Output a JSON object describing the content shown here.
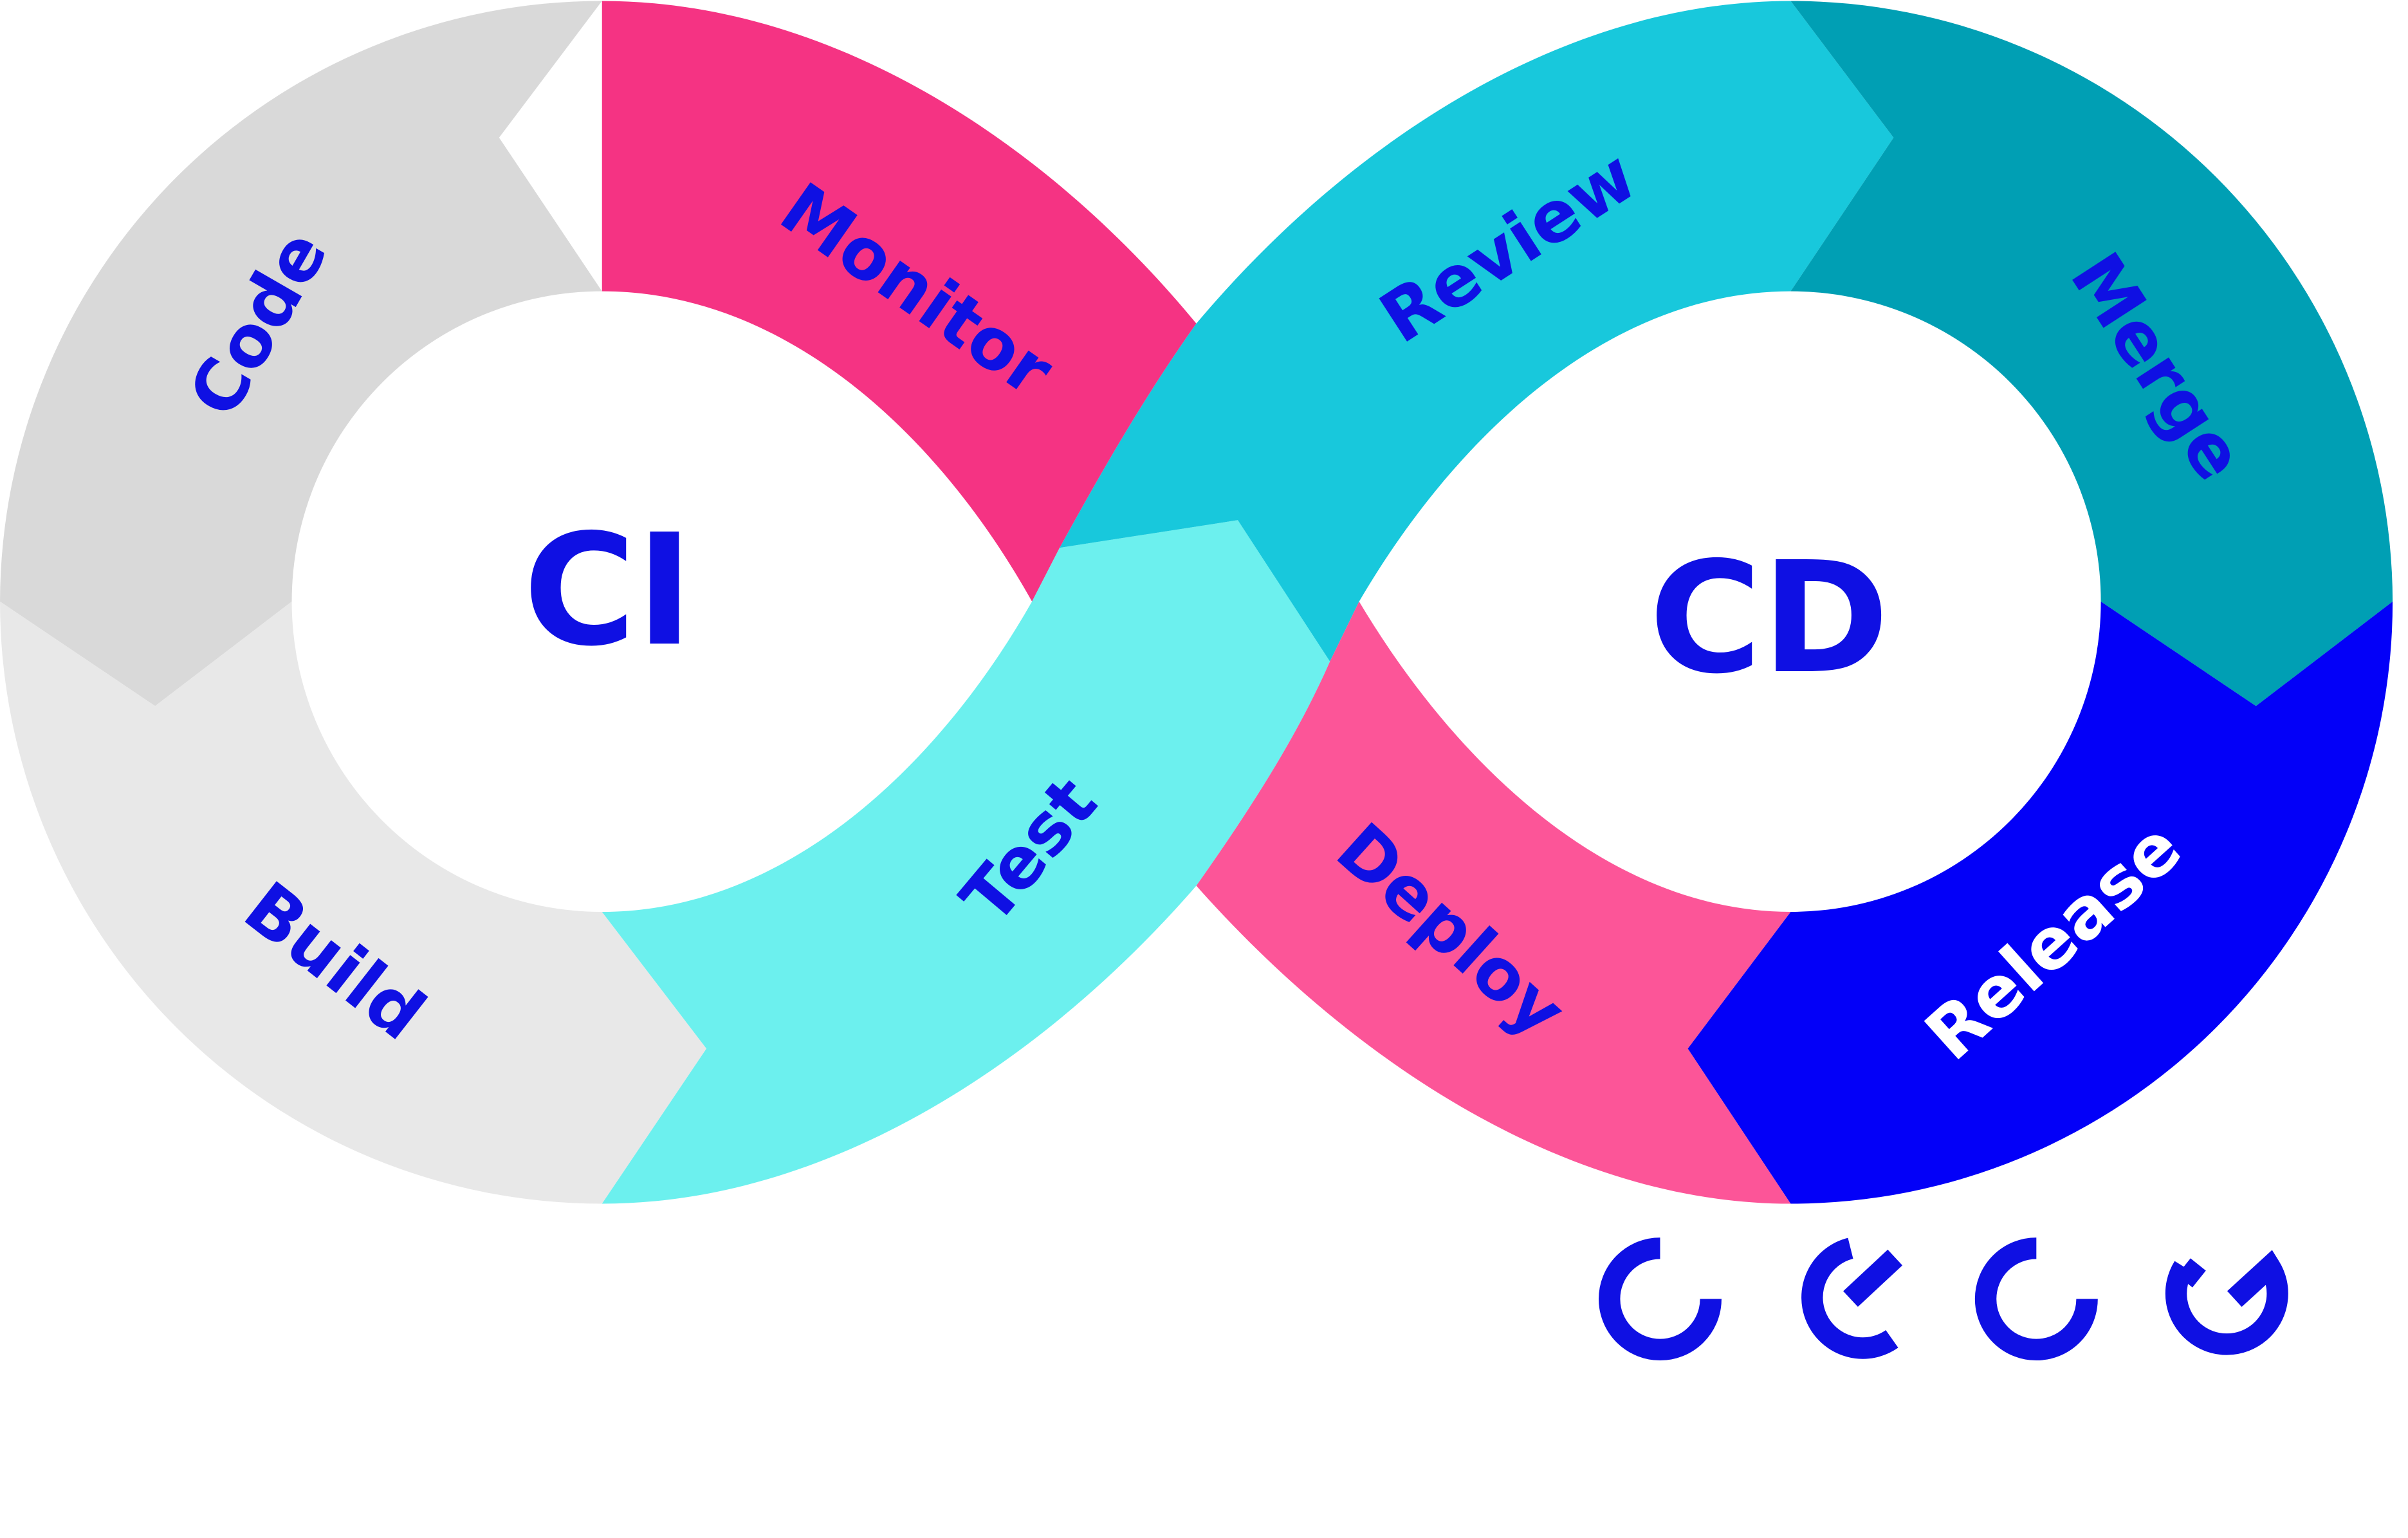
{
  "diagram": {
    "ci_label": "CI",
    "cd_label": "CD",
    "stages": {
      "code": "Code",
      "build": "Build",
      "test": "Test",
      "monitor": "Monitor",
      "review": "Review",
      "merge": "Merge",
      "release": "Release",
      "deploy": "Deploy"
    },
    "colors": {
      "code": "#d9d9d9",
      "build": "#e8e8e8",
      "test": "#6cf0ee",
      "monitor": "#f53383",
      "review": "#18c8dc",
      "merge": "#009fb4",
      "release": "#0300f8",
      "deploy": "#fc5598",
      "text": "#0f10e3",
      "text_on_dark": "#ffffff"
    }
  }
}
